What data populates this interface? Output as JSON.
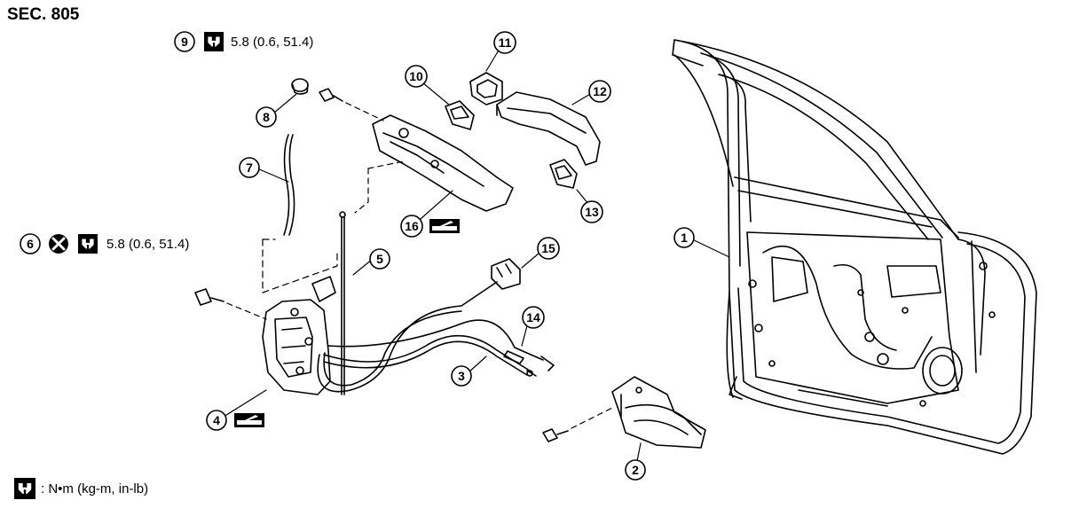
{
  "section_label": "SEC. 805",
  "torque_callouts": {
    "nine": {
      "number": "9",
      "value": "5.8 (0.6, 51.4)"
    },
    "six": {
      "number": "6",
      "value": "5.8 (0.6, 51.4)"
    }
  },
  "legend_text": ": N•m (kg-m, in-lb)",
  "part_labels": {
    "p1": "1",
    "p2": "2",
    "p3": "3",
    "p4": "4",
    "p5": "5",
    "p7": "7",
    "p8": "8",
    "p10": "10",
    "p11": "11",
    "p12": "12",
    "p13": "13",
    "p14": "14",
    "p15": "15",
    "p16": "16"
  },
  "icons": [
    "torque-wrench-icon",
    "do-not-reuse-icon",
    "grease-apply-icon"
  ]
}
